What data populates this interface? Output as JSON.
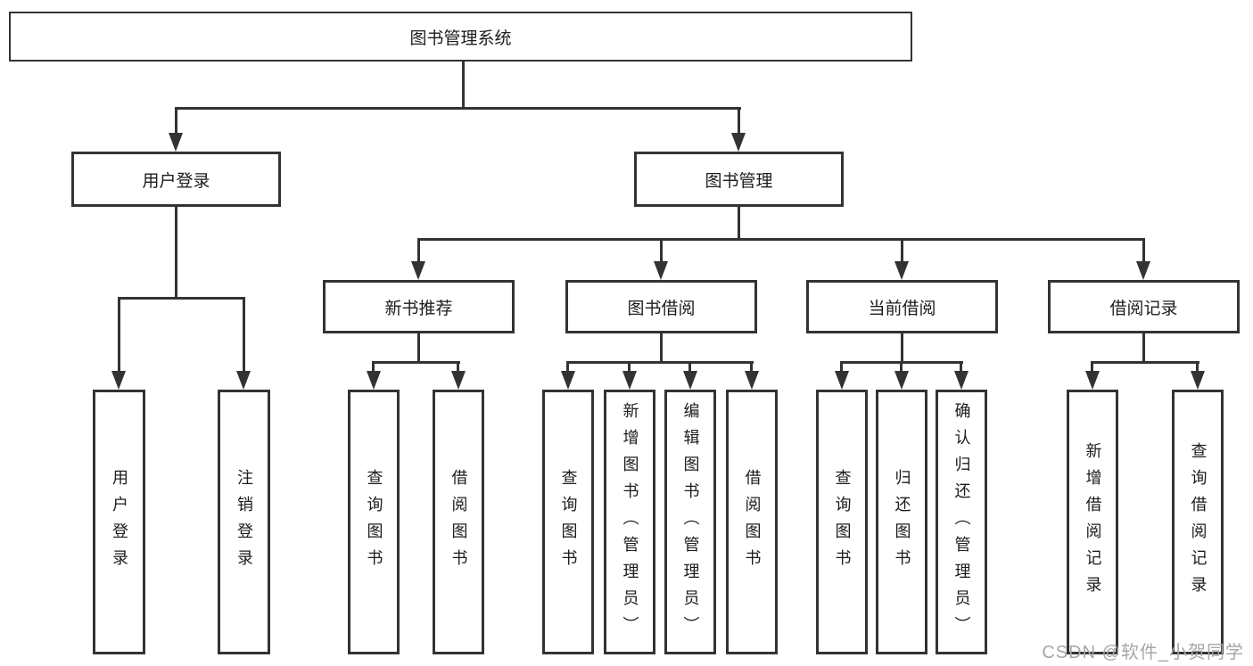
{
  "diagram": {
    "type": "hierarchy-tree",
    "tree": {
      "label": "图书管理系统",
      "children": [
        {
          "label": "用户登录",
          "children": [
            {
              "label": "用户登录"
            },
            {
              "label": "注销登录"
            }
          ]
        },
        {
          "label": "图书管理",
          "children": [
            {
              "label": "新书推荐",
              "children": [
                {
                  "label": "查询图书"
                },
                {
                  "label": "借阅图书"
                }
              ]
            },
            {
              "label": "图书借阅",
              "children": [
                {
                  "label": "查询图书"
                },
                {
                  "label": "新增图书（管理员）"
                },
                {
                  "label": "编辑图书（管理员）"
                },
                {
                  "label": "借阅图书"
                }
              ]
            },
            {
              "label": "当前借阅",
              "children": [
                {
                  "label": "查询图书"
                },
                {
                  "label": "归还图书"
                },
                {
                  "label": "确认归还（管理员）"
                }
              ]
            },
            {
              "label": "借阅记录",
              "children": [
                {
                  "label": "新增借阅记录"
                },
                {
                  "label": "查询借阅记录"
                }
              ]
            }
          ]
        }
      ]
    },
    "colors": {
      "line": "#333333",
      "box_border": "#333333",
      "box_background": "#ffffff",
      "text": "#1c1c1c",
      "background": "#ffffff",
      "watermark": "#a6a6aa"
    }
  },
  "watermark": {
    "text": "CSDN @软件_小贺同学"
  }
}
